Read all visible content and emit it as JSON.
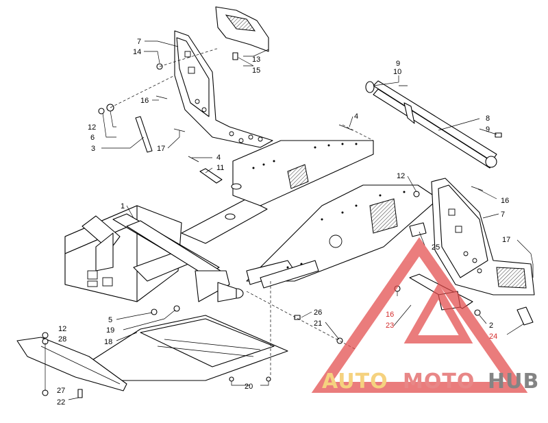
{
  "watermark": {
    "word_auto": "AUTO",
    "word_moto": "MOTO",
    "word_hub": "HUB",
    "color_auto": "#f2c14e",
    "color_moto": "#e05a5a",
    "color_hub": "#555555",
    "triangle_color": "#e34b4b"
  },
  "callouts": {
    "c1": "1",
    "c2": "2",
    "c3": "3",
    "c4a": "4",
    "c4b": "4",
    "c5": "5",
    "c6": "6",
    "c7a": "7",
    "c7b": "7",
    "c8": "8",
    "c9a": "9",
    "c9b": "9",
    "c10": "10",
    "c11": "11",
    "c12a": "12",
    "c12b": "12",
    "c12c": "12",
    "c13": "13",
    "c14": "14",
    "c15": "15",
    "c16a": "16",
    "c16b": "16",
    "c16c": "16",
    "c17a": "17",
    "c17b": "17",
    "c18": "18",
    "c19": "19",
    "c20": "20",
    "c21": "21",
    "c22": "22",
    "c23": "23",
    "c24": "24",
    "c25": "25",
    "c26": "26",
    "c27": "27",
    "c28": "28"
  }
}
